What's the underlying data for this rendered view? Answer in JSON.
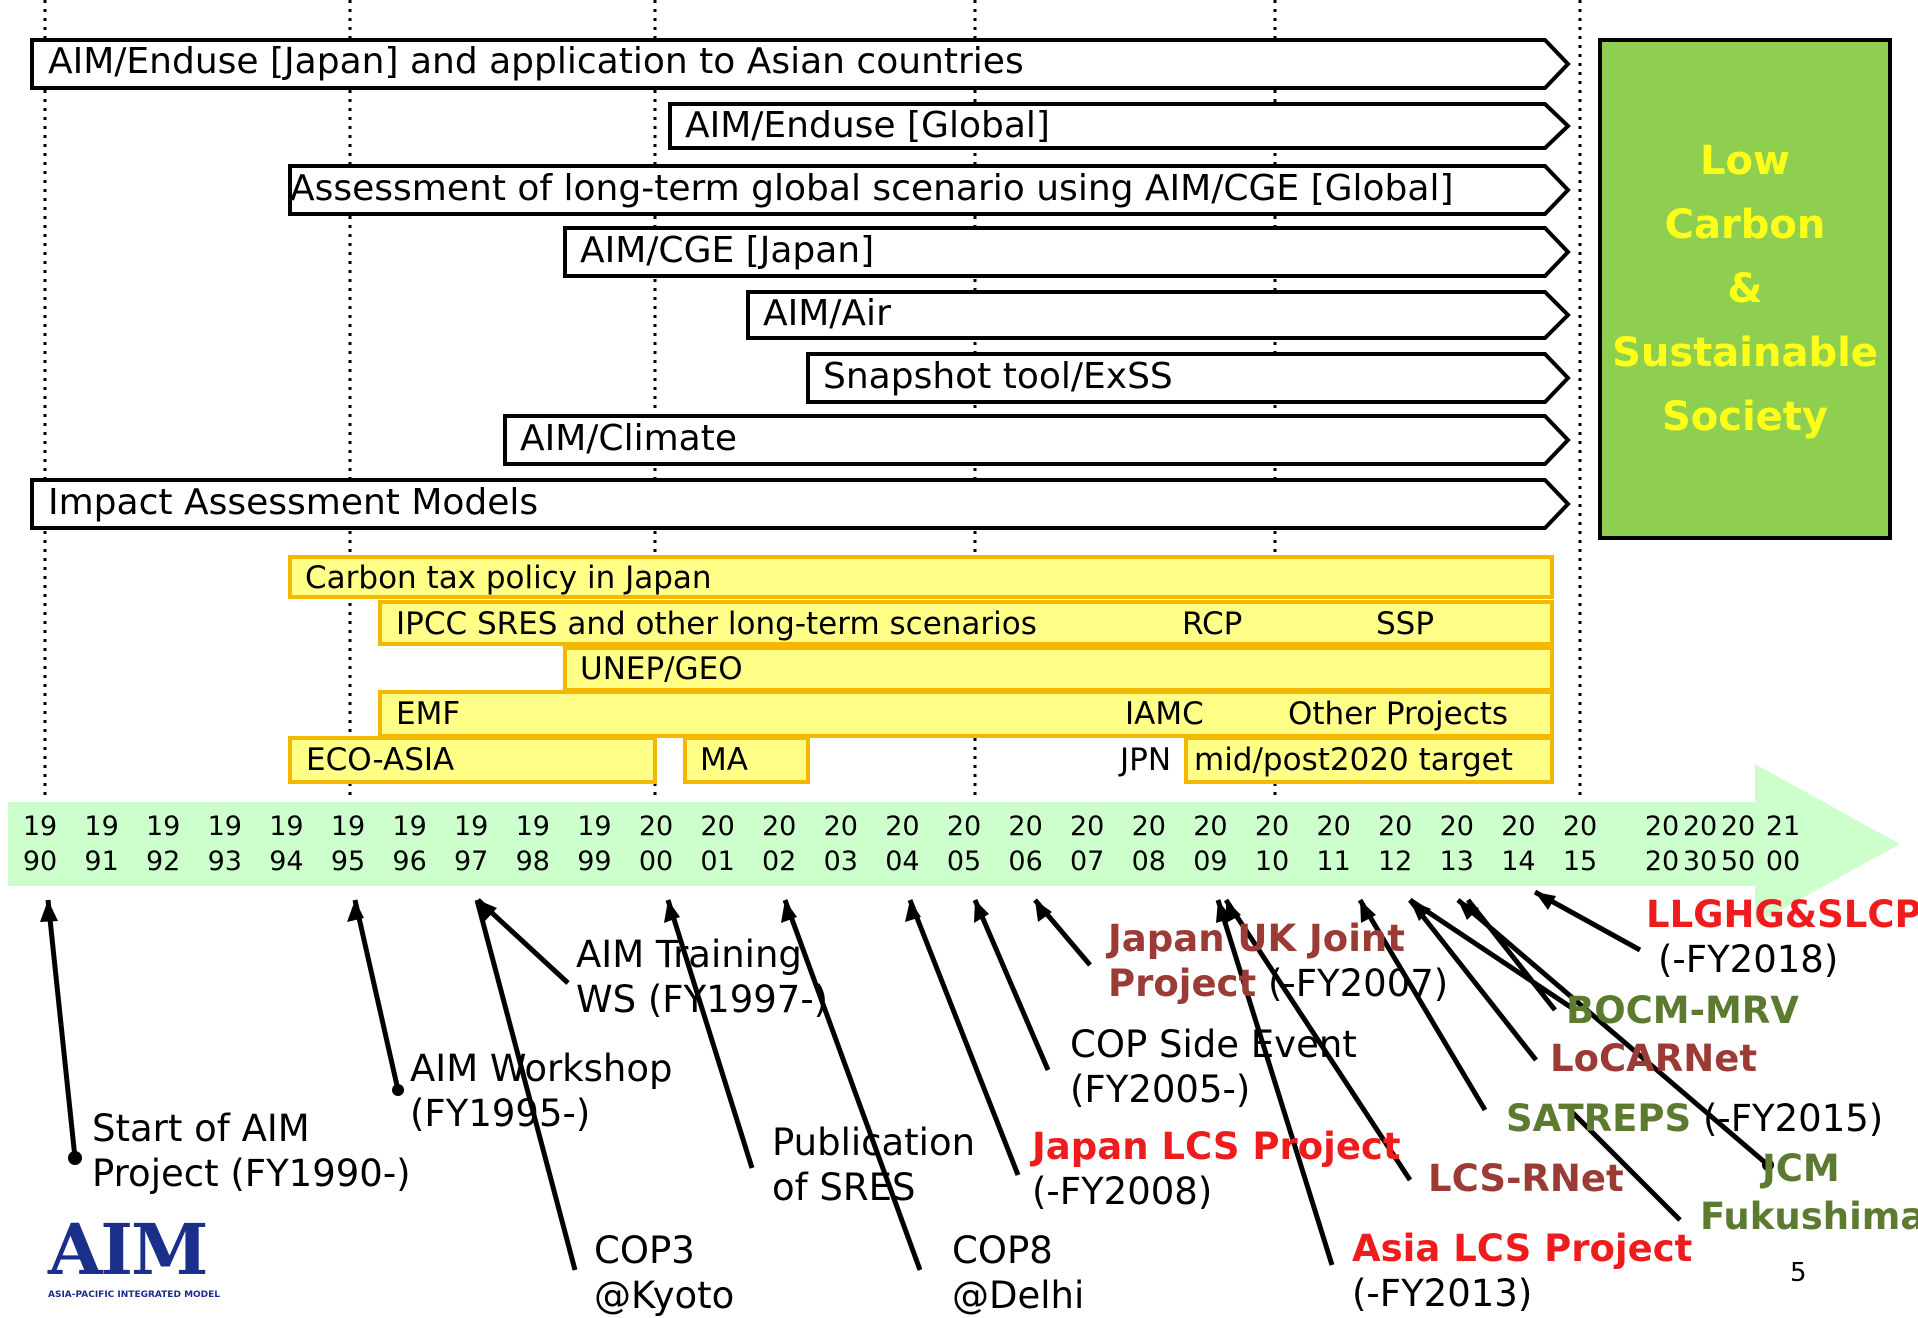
{
  "model_bars": [
    {
      "label": "AIM/Enduse [Japan] and application to Asian countries"
    },
    {
      "label": "AIM/Enduse [Global]"
    },
    {
      "label": "Assessment of long-term global scenario using AIM/CGE [Global]"
    },
    {
      "label": "AIM/CGE [Japan]"
    },
    {
      "label": "AIM/Air"
    },
    {
      "label": "Snapshot tool/ExSS"
    },
    {
      "label": "AIM/Climate"
    },
    {
      "label": "Impact Assessment Models"
    }
  ],
  "goal_box": {
    "text": "Low\nCarbon\n&\nSustainable\nSociety"
  },
  "project_bars": [
    {
      "labels": [
        "Carbon tax policy in Japan"
      ]
    },
    {
      "labels": [
        "IPCC SRES and other long-term scenarios",
        "RCP",
        "SSP"
      ]
    },
    {
      "labels": [
        "UNEP/GEO"
      ]
    },
    {
      "labels": [
        "EMF",
        "IAMC",
        "Other Projects"
      ]
    },
    {
      "labels": [
        "ECO-ASIA"
      ]
    },
    {
      "labels": [
        "MA"
      ]
    },
    {
      "labels": [
        "mid/post2020 target"
      ]
    }
  ],
  "jpn_label": "JPN",
  "years": [
    "19\n90",
    "19\n91",
    "19\n92",
    "19\n93",
    "19\n94",
    "19\n95",
    "19\n96",
    "19\n97",
    "19\n98",
    "19\n99",
    "20\n00",
    "20\n01",
    "20\n02",
    "20\n03",
    "20\n04",
    "20\n05",
    "20\n06",
    "20\n07",
    "20\n08",
    "20\n09",
    "20\n10",
    "20\n11",
    "20\n12",
    "20\n13",
    "20\n14",
    "20\n15",
    "20\n20",
    "20\n30",
    "20\n50",
    "21\n00"
  ],
  "events": [
    {
      "text": "Start of AIM\nProject (FY1990-)",
      "style": "plain"
    },
    {
      "text": "AIM Workshop\n(FY1995-)",
      "style": "plain"
    },
    {
      "text": "AIM Training\nWS (FY1997-)",
      "style": "plain"
    },
    {
      "text": "COP3\n@Kyoto",
      "style": "plain"
    },
    {
      "text": "Publication\nof SRES",
      "style": "plain"
    },
    {
      "text": "COP8\n@Delhi",
      "style": "plain"
    },
    {
      "text": "COP Side Event\n(FY2005-)",
      "style": "plain"
    },
    {
      "text": "Japan LCS Project",
      "style": "red",
      "suffix": "(-FY2008)"
    },
    {
      "text": "Japan UK Joint",
      "style": "brown",
      "line2": "Project",
      "suffix": "(-FY2007)"
    },
    {
      "text": "LCS-RNet",
      "style": "brown"
    },
    {
      "text": "Asia LCS Project",
      "style": "red",
      "suffix": "(-FY2013)"
    },
    {
      "text": "BOCM-MRV",
      "style": "olive"
    },
    {
      "text": "LoCARNet",
      "style": "brown"
    },
    {
      "text": "SATREPS",
      "style": "olive",
      "suffix": "(-FY2015)"
    },
    {
      "text": "JCM",
      "style": "olive"
    },
    {
      "text": "Fukushima",
      "style": "olive"
    },
    {
      "text": "LLGHG&SLCP",
      "style": "red",
      "suffix": "(-FY2018)"
    }
  ],
  "logo": {
    "main": "AIM",
    "sub": "ASIA-PACIFIC INTEGRATED MODEL"
  },
  "page_number": "5",
  "colors": {
    "goal_fill": "#8fcf4f",
    "goal_text": "#ffff1a",
    "timeline": "#ccffcc",
    "project_fill": "#ffff88",
    "project_border": "#f5b800",
    "red": "#ee1c1c",
    "brown": "#9b3b36",
    "olive": "#5d7a31"
  }
}
